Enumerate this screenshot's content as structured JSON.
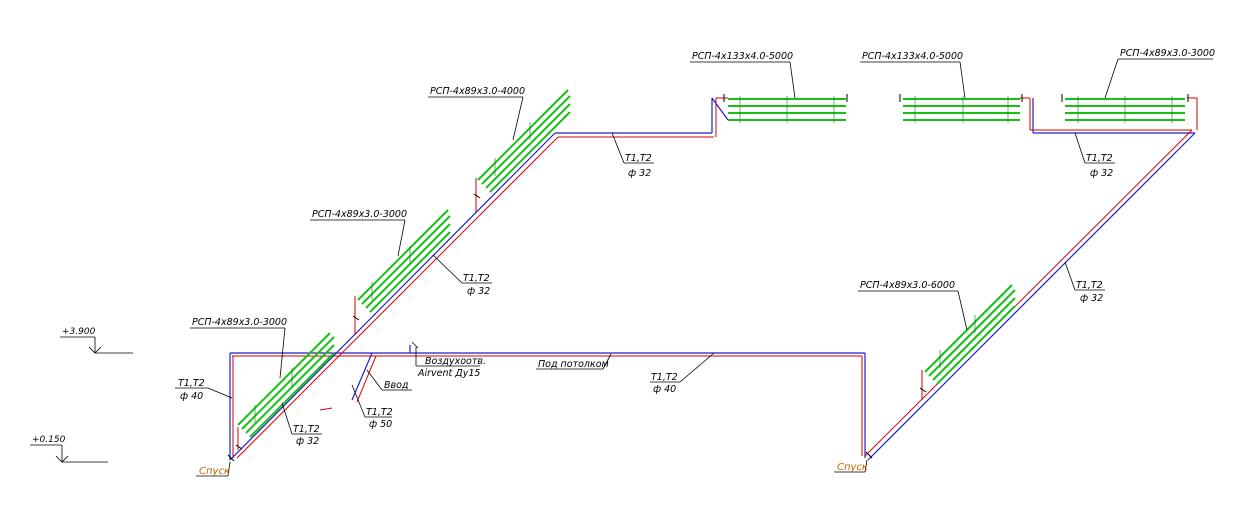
{
  "colors": {
    "pipe_supply": "#2020c0",
    "pipe_return": "#d40000",
    "panel": "#16c016",
    "down_label": "#c86400"
  },
  "levels": {
    "top": "+3.900",
    "bottom": "+0.150"
  },
  "panels": {
    "rsp_left_low": "РСП-4x89x3.0-3000",
    "rsp_left_mid": "РСП-4x89x3.0-3000",
    "rsp_left_high": "РСП-4x89x3.0-4000",
    "rsp_top_1": "РСП-4x133x4.0-5000",
    "rsp_top_2": "РСП-4x133x4.0-5000",
    "rsp_top_3": "РСП-4x89x3.0-3000",
    "rsp_right": "РСП-4x89x3.0-6000"
  },
  "pipes": {
    "t1t2": "Т1,Т2",
    "d32": "ф 32",
    "d40": "ф 40",
    "d50": "ф 50"
  },
  "notes": {
    "air_vent_1": "Воздухоотв.",
    "air_vent_2": "Airvent Ду15",
    "inlet": "Ввод",
    "under_ceiling": "Под потолком",
    "down_left": "Спуск",
    "down_right": "Спуск"
  }
}
